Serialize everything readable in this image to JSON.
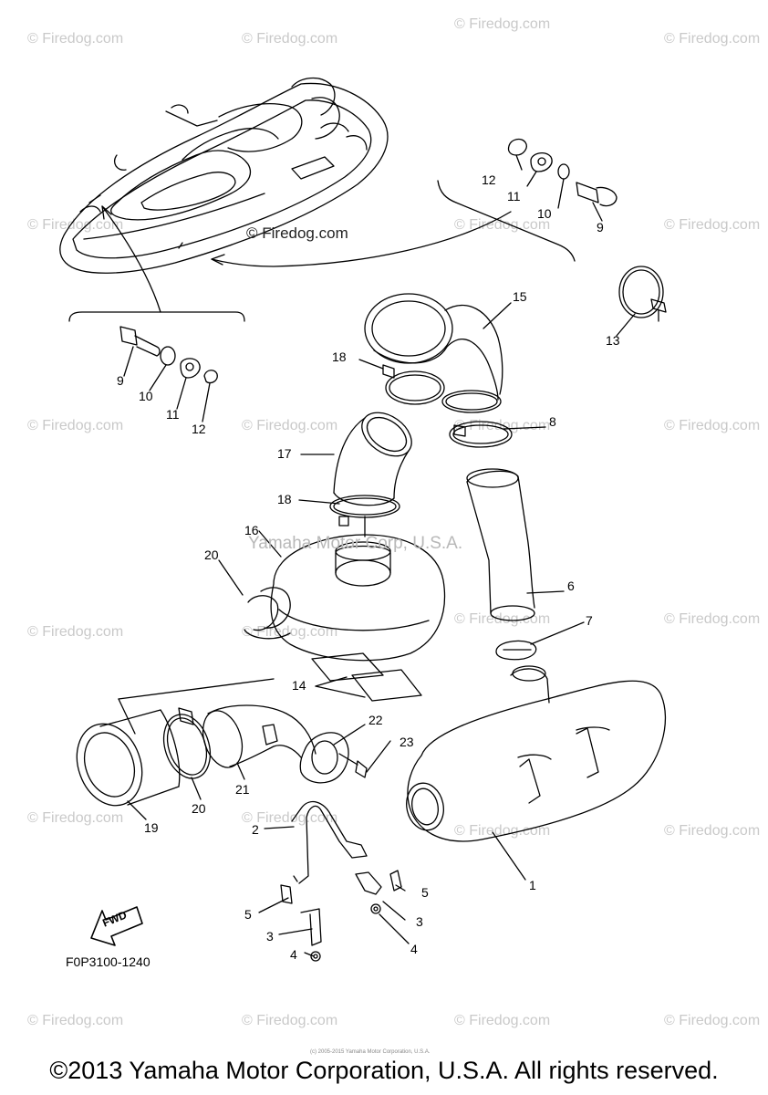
{
  "watermark": "© Firedog.com",
  "site_label": "© Firedog.com",
  "overlay_watermark": "Yamaha Motor Corp, U.S.A.",
  "diagram_code": "F0P3100-1240",
  "direction_label": "FWD",
  "copyright": "©2013 Yamaha Motor Corporation, U.S.A. All rights reserved.",
  "fine_print": "(c) 2005-2015 Yamaha Motor Corporation, U.S.A.",
  "callouts": {
    "c1": "1",
    "c2": "2",
    "c3a": "3",
    "c3b": "3",
    "c4a": "4",
    "c4b": "4",
    "c5a": "5",
    "c5b": "5",
    "c6": "6",
    "c7": "7",
    "c8": "8",
    "c9a": "9",
    "c9b": "9",
    "c10a": "10",
    "c10b": "10",
    "c11a": "11",
    "c11b": "11",
    "c12a": "12",
    "c12b": "12",
    "c13": "13",
    "c14": "14",
    "c15": "15",
    "c16": "16",
    "c17": "17",
    "c18a": "18",
    "c18b": "18",
    "c19": "19",
    "c20a": "20",
    "c20b": "20",
    "c21": "21",
    "c22": "22",
    "c23": "23"
  }
}
